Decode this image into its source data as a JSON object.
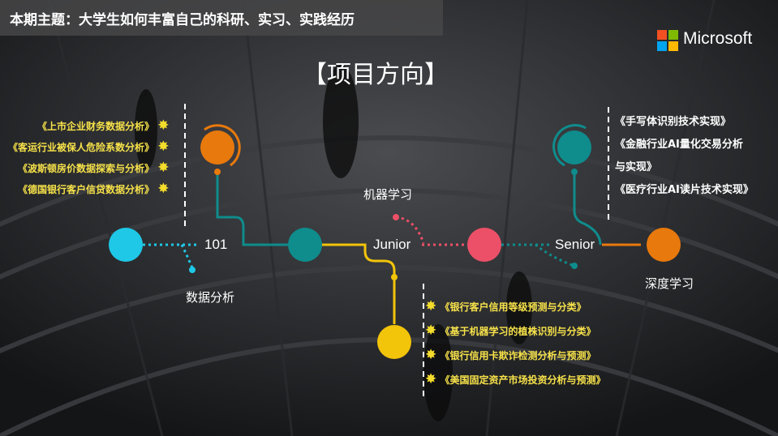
{
  "header": {
    "title": "本期主题：大学生如何丰富自己的科研、实习、实践经历",
    "brand": "Microsoft"
  },
  "main": {
    "title": "【项目方向】"
  },
  "levels": {
    "level_101": "101",
    "junior": "Junior",
    "senior": "Senior"
  },
  "topics": {
    "data_analysis": "数据分析",
    "machine_learning": "机器学习",
    "deep_learning": "深度学习"
  },
  "projects_data_analysis": [
    "《上市企业财务数据分析》",
    "《客运行业被保人危险系数分析》",
    "《波斯顿房价数据探索与分析》",
    "《德国银行客户信贷数据分析》"
  ],
  "projects_machine_learning": [
    "《银行客户信用等级预测与分类》",
    "《基于机器学习的植株识别与分类》",
    "《银行信用卡欺诈检测分析与预测》",
    "《美国固定资产市场投资分析与预测》"
  ],
  "projects_deep_learning": [
    "《手写体识别技术实现》",
    "《金融行业AI量化交易分析",
    "与实现》",
    "《医疗行业AI读片技术实现》"
  ],
  "colors": {
    "cyan": "#1ec8e6",
    "teal": "#0f8c8c",
    "orange": "#e8790c",
    "pink": "#ec5068",
    "gold": "#f2c40a",
    "star": "#f4dc2c"
  },
  "icons": [
    "star-icon",
    "microsoft-logo-icon"
  ]
}
